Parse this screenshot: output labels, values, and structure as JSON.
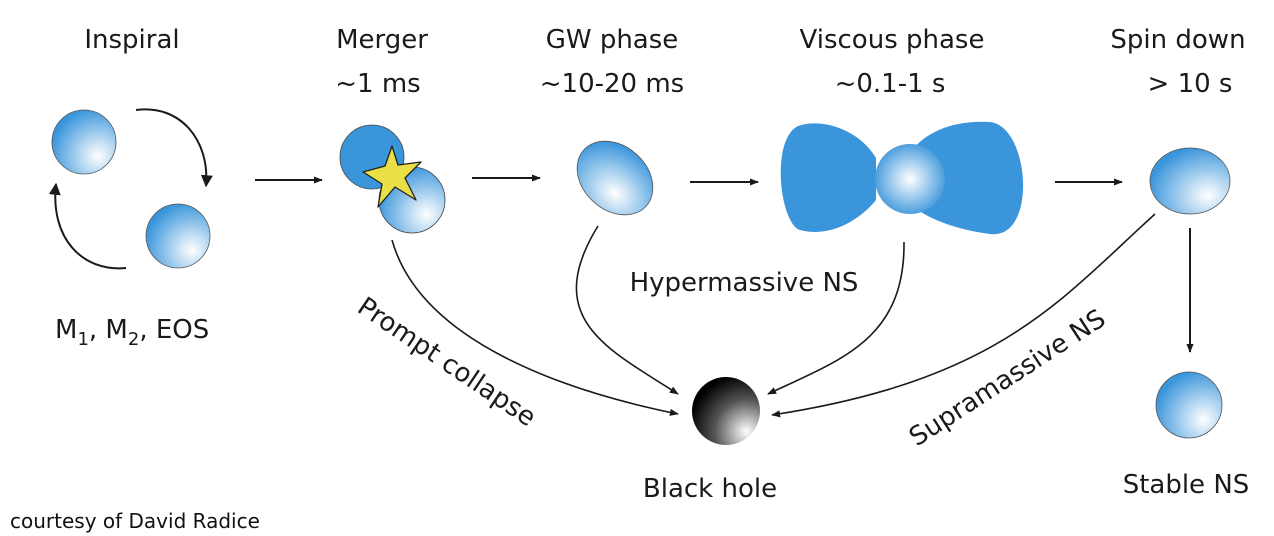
{
  "stages": [
    {
      "name": "Inspiral"
    },
    {
      "name": "Merger",
      "duration": "~1 ms"
    },
    {
      "name": "GW phase",
      "duration": "~10-20 ms"
    },
    {
      "name": "Viscous phase",
      "duration": "~0.1-1 s"
    },
    {
      "name": "Spin down",
      "duration": "> 10 s"
    }
  ],
  "inspiral_params": {
    "m1": "M",
    "m1_sub": "1",
    "sep1": ", ",
    "m2": "M",
    "m2_sub": "2",
    "sep2": ", ",
    "eos": "EOS"
  },
  "paths": {
    "prompt_collapse": "Prompt collapse",
    "hypermassive": "Hypermassive NS",
    "supramassive": "Supramassive NS"
  },
  "outcomes": {
    "black_hole": "Black hole",
    "stable_ns": "Stable NS"
  },
  "credit": "courtesy of David Radice",
  "colors": {
    "star_blue": "#3a95db",
    "star_highlight": "#ffffff",
    "merger_star": "#e8e046",
    "black_hole": "#000000",
    "arrow": "#1a1a1a"
  }
}
